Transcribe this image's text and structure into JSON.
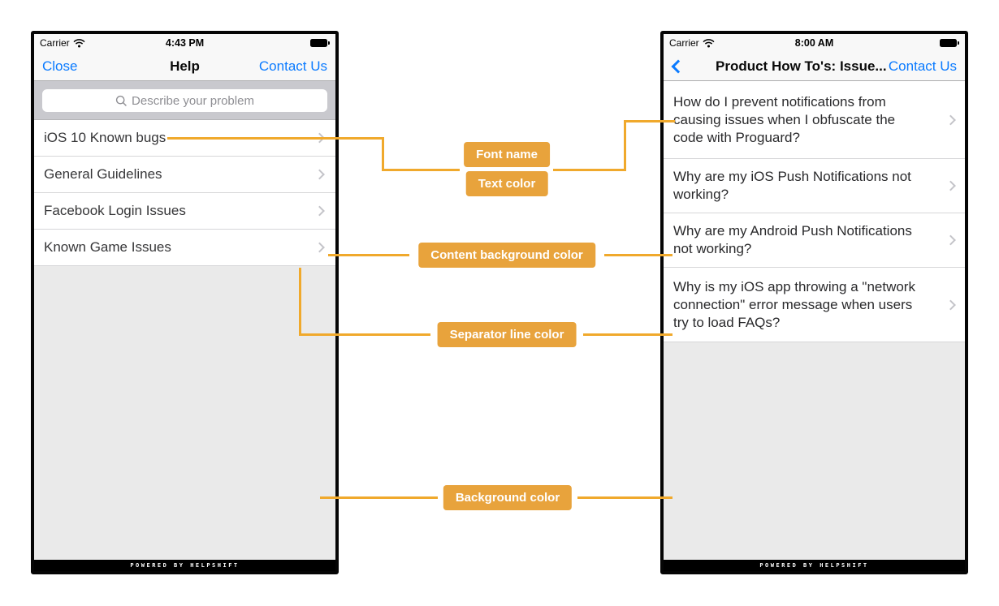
{
  "left_phone": {
    "status_bar": {
      "carrier": "Carrier",
      "time": "4:43 PM"
    },
    "nav": {
      "left_button": "Close",
      "title": "Help",
      "right_button": "Contact Us"
    },
    "search": {
      "placeholder": "Describe your problem"
    },
    "items": [
      "iOS 10 Known bugs",
      "General Guidelines",
      "Facebook Login Issues",
      "Known Game Issues"
    ],
    "footer": "POWERED BY HELPSHIFT"
  },
  "right_phone": {
    "status_bar": {
      "carrier": "Carrier",
      "time": "8:00 AM"
    },
    "nav": {
      "title": "Product How To's: Issue...",
      "right_button": "Contact Us"
    },
    "items": [
      "How do I prevent notifications from causing issues when I obfuscate the code with Proguard?",
      "Why are my iOS Push Notifications not working?",
      "Why are my Android Push Notifications not working?",
      "Why is my iOS app throwing a \"network connection\" error message when users try to load FAQs?"
    ],
    "footer": "POWERED BY HELPSHIFT"
  },
  "annotations": {
    "font_name": {
      "label": "Font name"
    },
    "text_color": {
      "label": "Text color"
    },
    "content_background": {
      "label": "Content background color"
    },
    "separator_line": {
      "label": "Separator line color"
    },
    "background": {
      "label": "Background color"
    }
  },
  "colors": {
    "annotation_tag": "#E8A33C",
    "connector_line": "#F0A92C",
    "ios_blue": "#0B7BFF",
    "content_background": "#FFFFFF",
    "separator_line": "#D6D6D8",
    "screen_background": "#EAEAEA",
    "navbar_background": "#F8F8F8",
    "search_area_background": "#C9C9CE",
    "row_text": "#363638",
    "footer_background": "#000000"
  },
  "icons": {
    "wifi": "wifi-icon",
    "battery": "battery-icon",
    "search": "search-icon",
    "chevron_right": "chevron-right-icon",
    "back": "back-chevron-icon"
  }
}
